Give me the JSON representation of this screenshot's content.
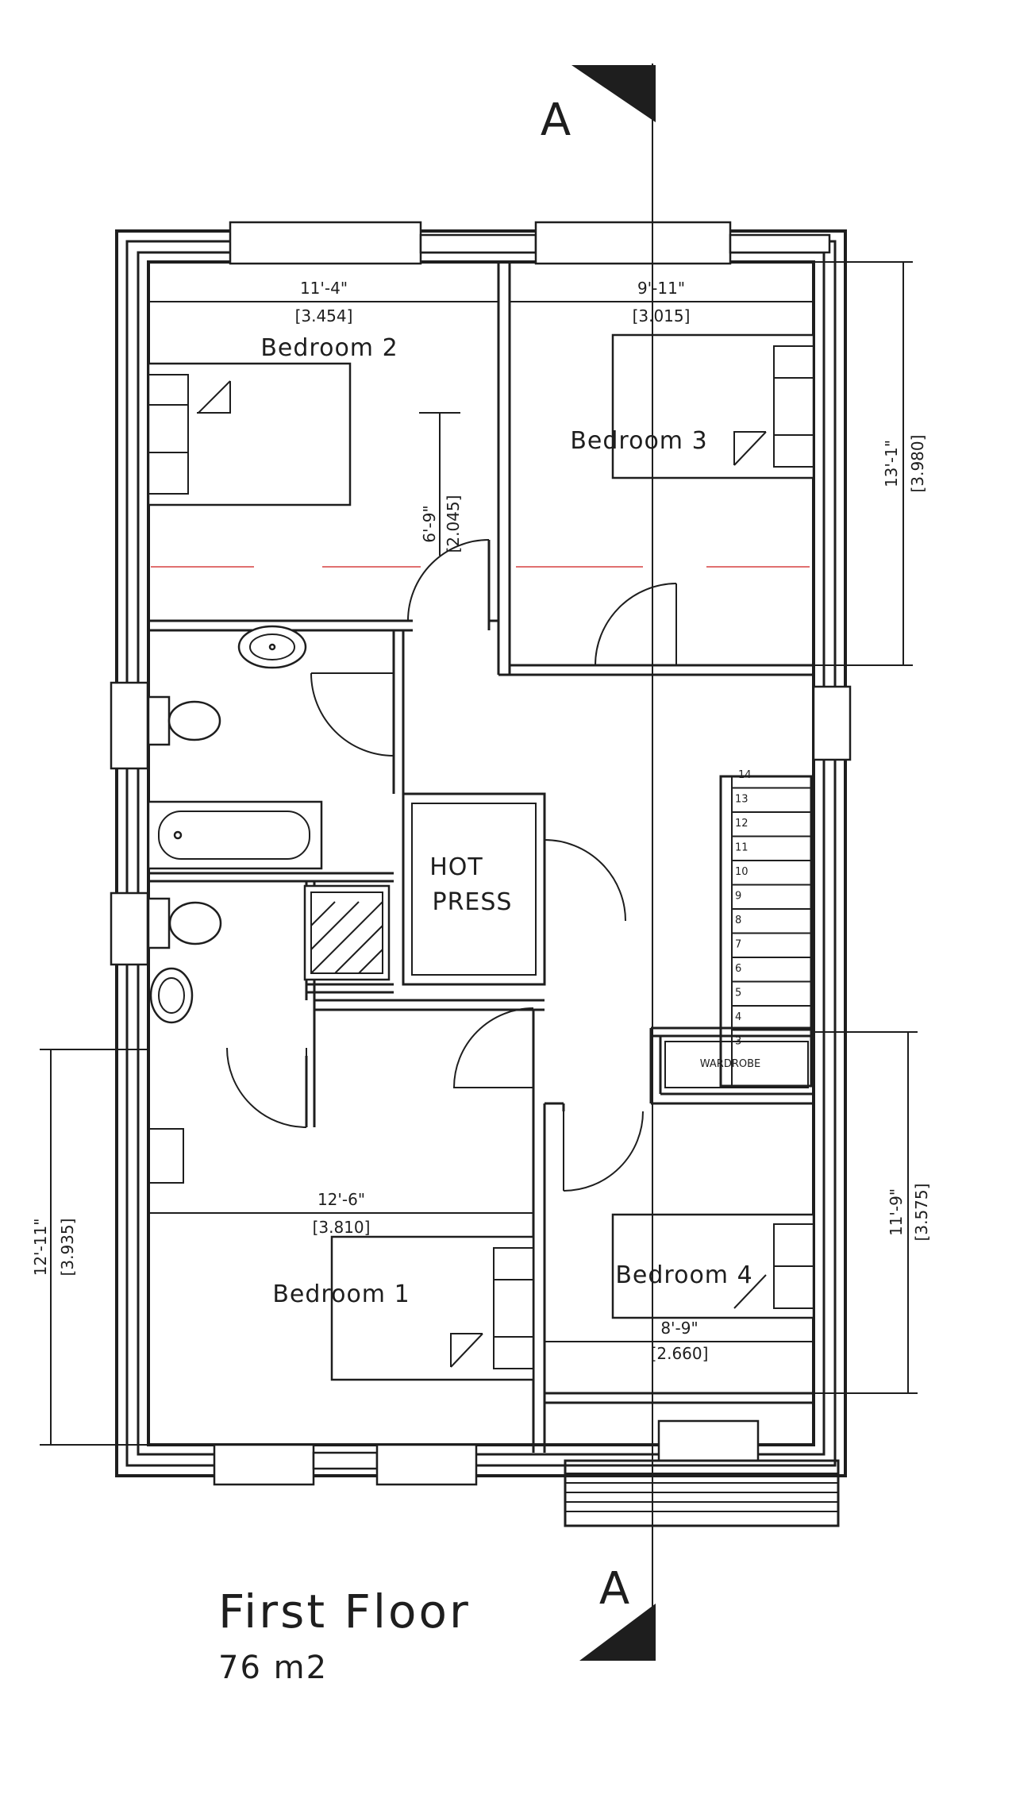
{
  "title": "First Floor",
  "area": "76 m2",
  "section_label": "A",
  "rooms": {
    "bedroom_1": "Bedroom 1",
    "bedroom_2": "Bedroom 2",
    "bedroom_3": "Bedroom 3",
    "bedroom_4": "Bedroom 4",
    "hot_press_line1": "HOT",
    "hot_press_line2": "PRESS",
    "wardrobe": "WARDROBE"
  },
  "dimensions": {
    "bed2_width_imp": "11'-4\"",
    "bed2_width_met": "[3.454]",
    "bed2_depth_imp": "6'-9\"",
    "bed2_depth_met": "[2.045]",
    "bed3_width_imp": "9'-11\"",
    "bed3_width_met": "[3.015]",
    "bed3_depth_imp": "13'-1\"",
    "bed3_depth_met": "[3.980]",
    "bed1_width_imp": "12'-6\"",
    "bed1_width_met": "[3.810]",
    "bed1_depth_imp": "12'-11\"",
    "bed1_depth_met": "[3.935]",
    "bed4_width_imp": "8'-9\"",
    "bed4_width_met": "[2.660]",
    "bed4_depth_imp": "11'-9\"",
    "bed4_depth_met": "[3.575]"
  },
  "stairs": [
    "14",
    "13",
    "12",
    "11",
    "10",
    "9",
    "8",
    "7",
    "6",
    "5",
    "4",
    "3"
  ]
}
